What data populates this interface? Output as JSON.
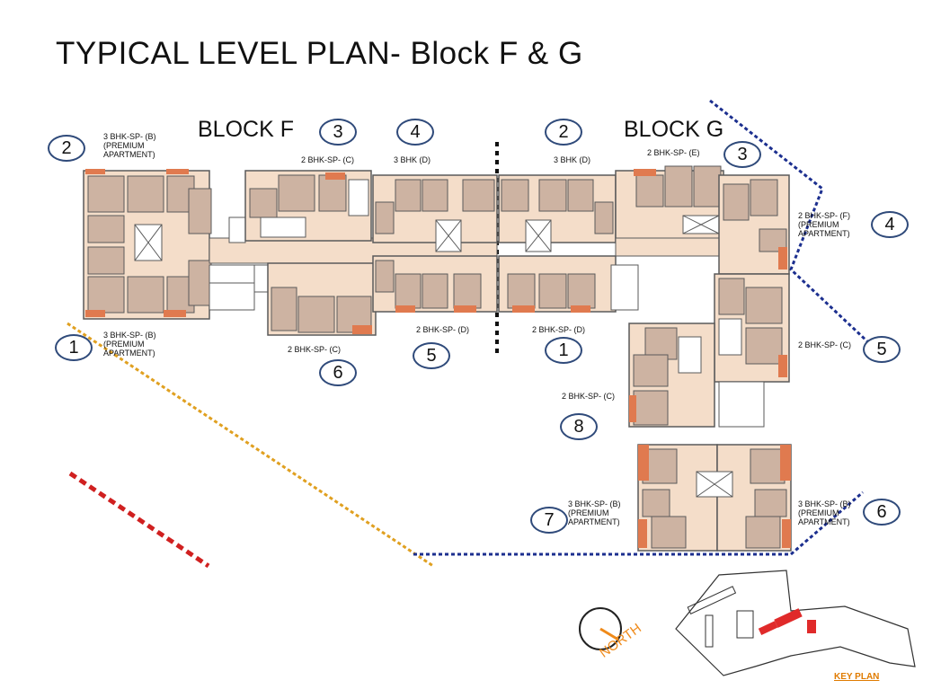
{
  "title": "TYPICAL LEVEL PLAN- Block F & G",
  "blocks": {
    "f": "BLOCK F",
    "g": "BLOCK G"
  },
  "numbers": {
    "f": [
      "1",
      "2",
      "3",
      "4",
      "5",
      "6"
    ],
    "g": [
      "1",
      "2",
      "3",
      "4",
      "5",
      "6",
      "7",
      "8"
    ]
  },
  "unit_labels": {
    "f_top_left": "3 BHK-SP- (B)\n(PREMIUM\nAPARTMENT)",
    "f_bottom_left": "3 BHK-SP- (B)\n(PREMIUM\nAPARTMENT)",
    "f_top_mid": "2 BHK-SP- (C)",
    "f_bottom_mid": "2 BHK-SP- (C)",
    "f_top_right": "3 BHK (D)",
    "f_bottom_right": "2 BHK-SP- (D)",
    "g_top_left": "3 BHK (D)",
    "g_bottom_left": "2 BHK-SP- (D)",
    "g_top_right": "2 BHK-SP- (E)",
    "g_right_upper": "2 BHK-SP- (F)\n(PREMIUM\nAPARTMENT)",
    "g_right_mid": "2 BHK-SP- (C)",
    "g_left_mid": "2 BHK-SP- (C)",
    "g_bottom_left_prem": "3 BHK-SP- (B)\n(PREMIUM\nAPARTMENT)",
    "g_bottom_right_prem": "3 BHK-SP- (B)\n(PREMIUM\nAPARTMENT)"
  },
  "north_label": "NORTH",
  "key_plan_label": "KEY PLAN",
  "colors": {
    "unit_fill": "#d9c2b3",
    "room_fill": "#cdb3a2",
    "corridor_fill": "#f4ddc9",
    "balcony_accent": "#e07a4f",
    "wall": "#5a5a5a",
    "boundary_blue": "#1c2f8f",
    "boundary_orange": "#e0a020",
    "boundary_red": "#d02020",
    "circle_border": "#2f4a7a"
  }
}
